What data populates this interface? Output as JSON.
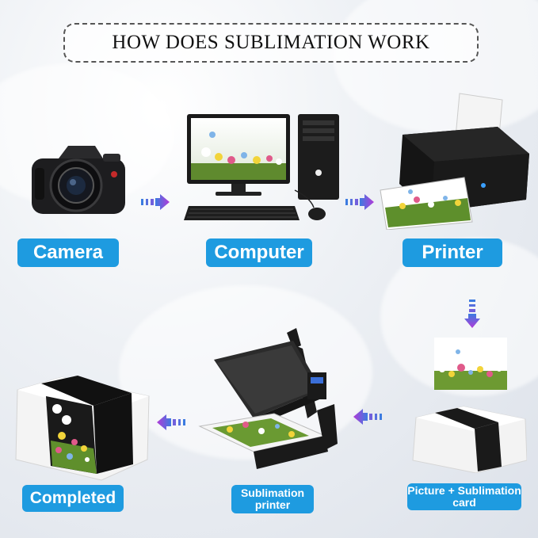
{
  "title": "HOW DOES SUBLIMATION WORK",
  "steps": {
    "camera": "Camera",
    "computer": "Computer",
    "printer": "Printer",
    "picture_card_line1": "Picture + Sublimation",
    "picture_card_line2": "card",
    "sublimation_printer_line1": "Sublimation",
    "sublimation_printer_line2": "printer",
    "completed": "Completed"
  },
  "colors": {
    "label_bg": "#1e9be0",
    "arrow_start": "#3c7be0",
    "arrow_end": "#b23bd8"
  }
}
